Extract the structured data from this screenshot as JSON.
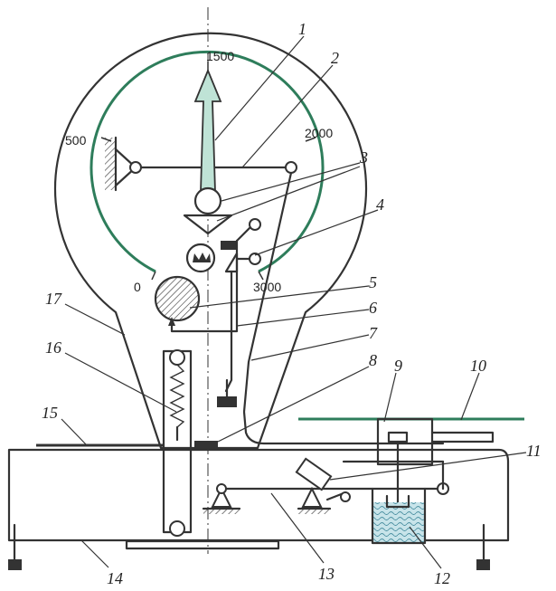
{
  "dial": {
    "scale_labels": [
      "0",
      "500",
      "1500",
      "2000",
      "3000"
    ]
  },
  "callouts": [
    "1",
    "2",
    "3",
    "4",
    "5",
    "6",
    "7",
    "8",
    "9",
    "10",
    "11",
    "12",
    "13",
    "14",
    "15",
    "16",
    "17"
  ],
  "colors": {
    "dial_arc": "#2e7d5b",
    "pointer_fill": "#bfe3d6",
    "platform": "#2e7d5b",
    "ink": "#333333",
    "liquid": "#c8e4ea"
  }
}
